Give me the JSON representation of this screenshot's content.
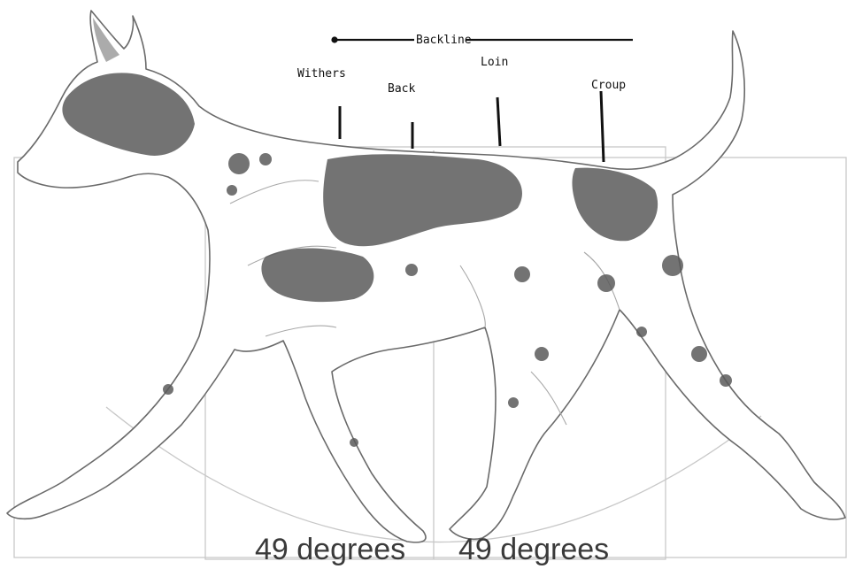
{
  "labels": {
    "backline": "Backline",
    "withers": "Withers",
    "back": "Back",
    "loin": "Loin",
    "croup": "Croup"
  },
  "angles": {
    "front": "49 degrees",
    "rear": "49 degrees"
  },
  "colors": {
    "guide_lines": "#c8c8c8",
    "sketch": "#6a6a6a",
    "patch": "#5a5a5a",
    "marker": "#111111"
  }
}
